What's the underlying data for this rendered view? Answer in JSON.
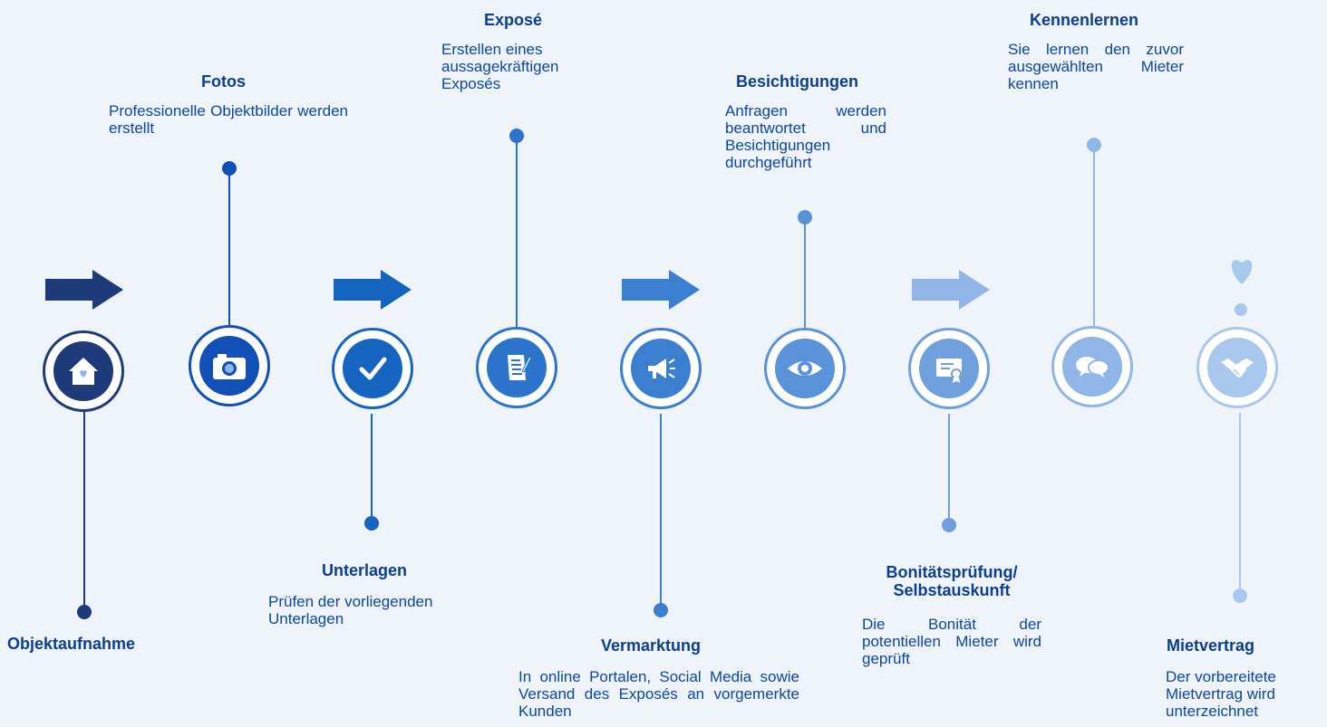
{
  "colors": {
    "background": "#eef4fa",
    "step_colors": [
      "#1e3a78",
      "#1250b8",
      "#1565c0",
      "#2c73cc",
      "#3a7fd0",
      "#5a93d9",
      "#6fa0dd",
      "#8fb6e6",
      "#a9c8ee"
    ],
    "title_color": "#0d3e8f",
    "text_color": "#0d47a1"
  },
  "steps": [
    {
      "title": "Objektaufnahme",
      "desc": "",
      "icon": "house-heart-icon"
    },
    {
      "title": "Fotos",
      "desc": "Professionelle Objektbilder werden erstellt",
      "icon": "camera-icon"
    },
    {
      "title": "Unterlagen",
      "desc": "Prüfen der vorliegenden Unterlagen",
      "icon": "checkmark-icon"
    },
    {
      "title": "Exposé",
      "desc": "Erstellen eines aussagekräftigen Exposés",
      "icon": "document-pen-icon"
    },
    {
      "title": "Vermarktung",
      "desc": "In online Portalen, Social Media sowie Versand des Exposés an vorgemerkte Kunden",
      "icon": "megaphone-icon"
    },
    {
      "title": "Besichtigungen",
      "desc": "Anfragen werden beantwortet und Besichtigungen durchgeführt",
      "icon": "eye-icon"
    },
    {
      "title": "Bonitätsprüfung/ Selbstauskunft",
      "desc": "Die Bonität der potentiellen Mieter wird geprüft",
      "icon": "certificate-icon"
    },
    {
      "title": "Kennenlernen",
      "desc": "Sie lernen den zuvor ausgewählten Mieter kennen",
      "icon": "speech-bubbles-icon"
    },
    {
      "title": "Mietvertrag",
      "desc": "Der vorbereitete Mietvertrag wird unterzeichnet",
      "icon": "handshake-icon"
    }
  ],
  "arrows": 4
}
